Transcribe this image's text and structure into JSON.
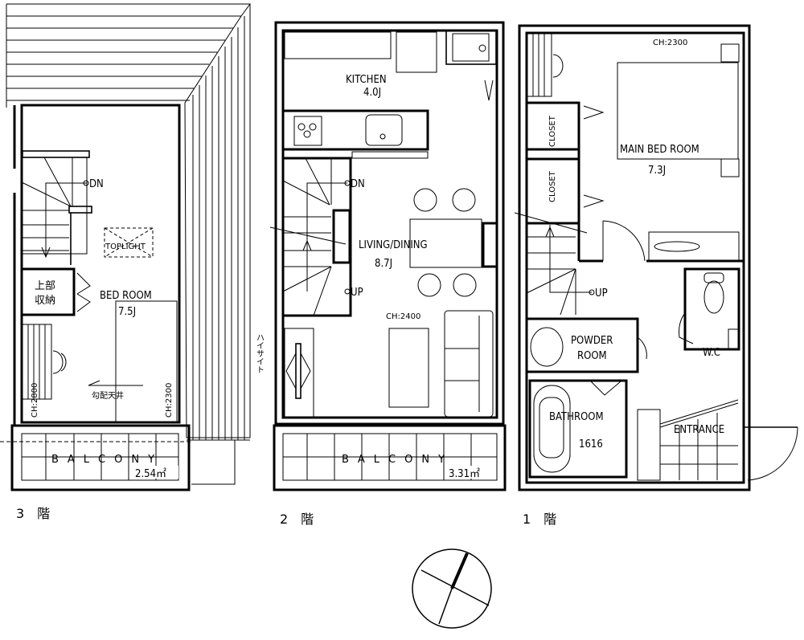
{
  "floors": [
    {
      "label": "3　階",
      "rooms": {
        "bed_room": {
          "name": "BED ROOM",
          "size": "7.5J"
        },
        "storage": {
          "line1": "上部",
          "line2": "収納"
        },
        "toplight": "TOPLIGHT",
        "sloped_ceiling": "勾配天井",
        "ch_left": "CH:2800",
        "ch_right": "CH:2300",
        "stair_dn": "DN",
        "balcony": {
          "name": "BALCONY",
          "area": "2.54㎡"
        }
      }
    },
    {
      "label": "2　階",
      "rooms": {
        "kitchen": {
          "name": "KITCHEN",
          "size": "4.0J"
        },
        "living_dining": {
          "name": "LIVING/DINING",
          "size": "8.7J"
        },
        "ch": "CH:2400",
        "stair_dn": "DN",
        "stair_up": "UP",
        "high_side": "ハイサイト",
        "balcony": {
          "name": "BALCONY",
          "area": "3.31㎡"
        }
      }
    },
    {
      "label": "1　階",
      "rooms": {
        "main_bed_room": {
          "name": "MAIN BED ROOM",
          "size": "7.3J"
        },
        "ch": "CH:2300",
        "closet_1": "CLOSET",
        "closet_2": "CLOSET",
        "stair_up": "UP",
        "powder_room": {
          "line1": "POWDER",
          "line2": "ROOM"
        },
        "wc": "W.C",
        "bathroom": {
          "name": "BATHROOM",
          "size": "1616"
        },
        "entrance": "ENTRANCE"
      }
    }
  ],
  "compass": {
    "icon": "north-compass-icon"
  }
}
